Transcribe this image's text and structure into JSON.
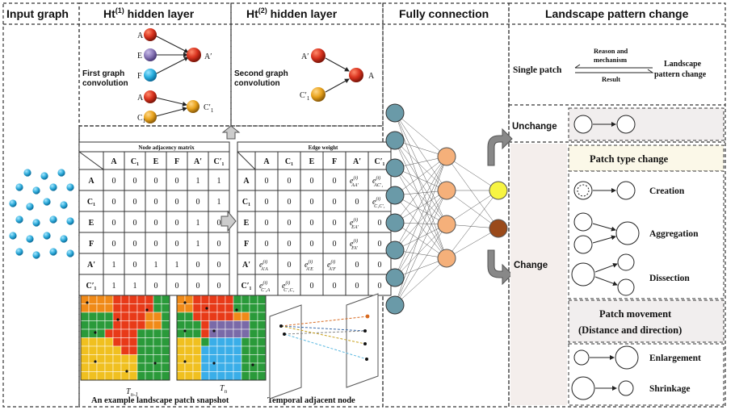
{
  "headers": {
    "input": "Input graph",
    "ht1_prefix": "Ht",
    "ht1_sup": "(1)",
    "ht1_suffix": " hidden layer",
    "ht2_prefix": "Ht",
    "ht2_sup": "(2)",
    "ht2_suffix": " hidden layer",
    "fc": "Fully connection",
    "landscape": "Landscape  pattern change"
  },
  "conv": {
    "first_label_1": "First graph",
    "first_label_2": "convolution",
    "second_label_1": "Second graph",
    "second_label_2": "convolution",
    "nodes": {
      "A": "A",
      "E": "E",
      "F": "F",
      "Aprime": "A′",
      "C1": "C",
      "C1sub": "1",
      "C1prime": "C′",
      "C1primesub": "1"
    }
  },
  "adjacency": {
    "title": "Node adjacency matrix",
    "cols": [
      "A",
      "C₁",
      "E",
      "F",
      "A′",
      "C′₁"
    ],
    "rows": [
      "A",
      "C₁",
      "E",
      "F",
      "A′",
      "C′₁"
    ],
    "values": [
      [
        "0",
        "0",
        "0",
        "0",
        "1",
        "1"
      ],
      [
        "0",
        "0",
        "0",
        "0",
        "0",
        "1"
      ],
      [
        "0",
        "0",
        "0",
        "0",
        "1",
        "0"
      ],
      [
        "0",
        "0",
        "0",
        "0",
        "1",
        "0"
      ],
      [
        "1",
        "0",
        "1",
        "1",
        "0",
        "0"
      ],
      [
        "1",
        "1",
        "0",
        "0",
        "0",
        "0"
      ]
    ]
  },
  "edge": {
    "title": "Edge weight",
    "cols": [
      "A",
      "C₁",
      "E",
      "F",
      "A′",
      "C′₁"
    ],
    "rows": [
      "A",
      "C₁",
      "E",
      "F",
      "A′",
      "C′₁"
    ],
    "values": [
      [
        "0",
        "0",
        "0",
        "0",
        "e(t) AA′",
        "e(t) AC′₁"
      ],
      [
        "0",
        "0",
        "0",
        "0",
        "0",
        "e(t) C₁C′₁"
      ],
      [
        "0",
        "0",
        "0",
        "0",
        "e(t) EA′",
        "0"
      ],
      [
        "0",
        "0",
        "0",
        "0",
        "e(t) FA′",
        "0"
      ],
      [
        "e(t) A′A",
        "0",
        "e(t) A′E",
        "e(t) A′F",
        "0",
        "0"
      ],
      [
        "e(t) C′₁A",
        "e(t) C′₁C₁",
        "0",
        "0",
        "0",
        "0"
      ]
    ]
  },
  "snapshot": {
    "caption": "An example landscape patch snapshot",
    "t_left": "T",
    "t_left_sub": "n-1",
    "t_right": "T",
    "t_right_sub": "n",
    "temporal_caption": "Temporal adjacent node"
  },
  "landscape": {
    "single_patch": "Single patch",
    "reason": "Reason and",
    "mechanism": "mechanism",
    "result": "Result",
    "pattern_1": "Landscape",
    "pattern_2": "pattern change",
    "unchange": "Unchange",
    "change": "Change",
    "patch_type_change": "Patch type change",
    "creation": "Creation",
    "aggregation": "Aggregation",
    "dissection": "Dissection",
    "patch_movement_1": "Patch movement",
    "patch_movement_2": "(Distance and direction)",
    "enlargement": "Enlargement",
    "shrinkage": "Shrinkage"
  },
  "colors": {
    "node_red": "#d8321e",
    "node_purple": "#8a78b8",
    "node_cyan": "#2ab0e0",
    "node_orange": "#e8a21c",
    "input_dot": "#2aa8d8",
    "fc_input": "#6a9aa8",
    "fc_hidden": "#f5b07a",
    "fc_out_yellow": "#f7f442",
    "fc_out_brown": "#9a4a1a",
    "panel_tan": "#fbf8e8",
    "panel_pink": "#f4eeec",
    "panel_gray": "#f1eeee"
  }
}
